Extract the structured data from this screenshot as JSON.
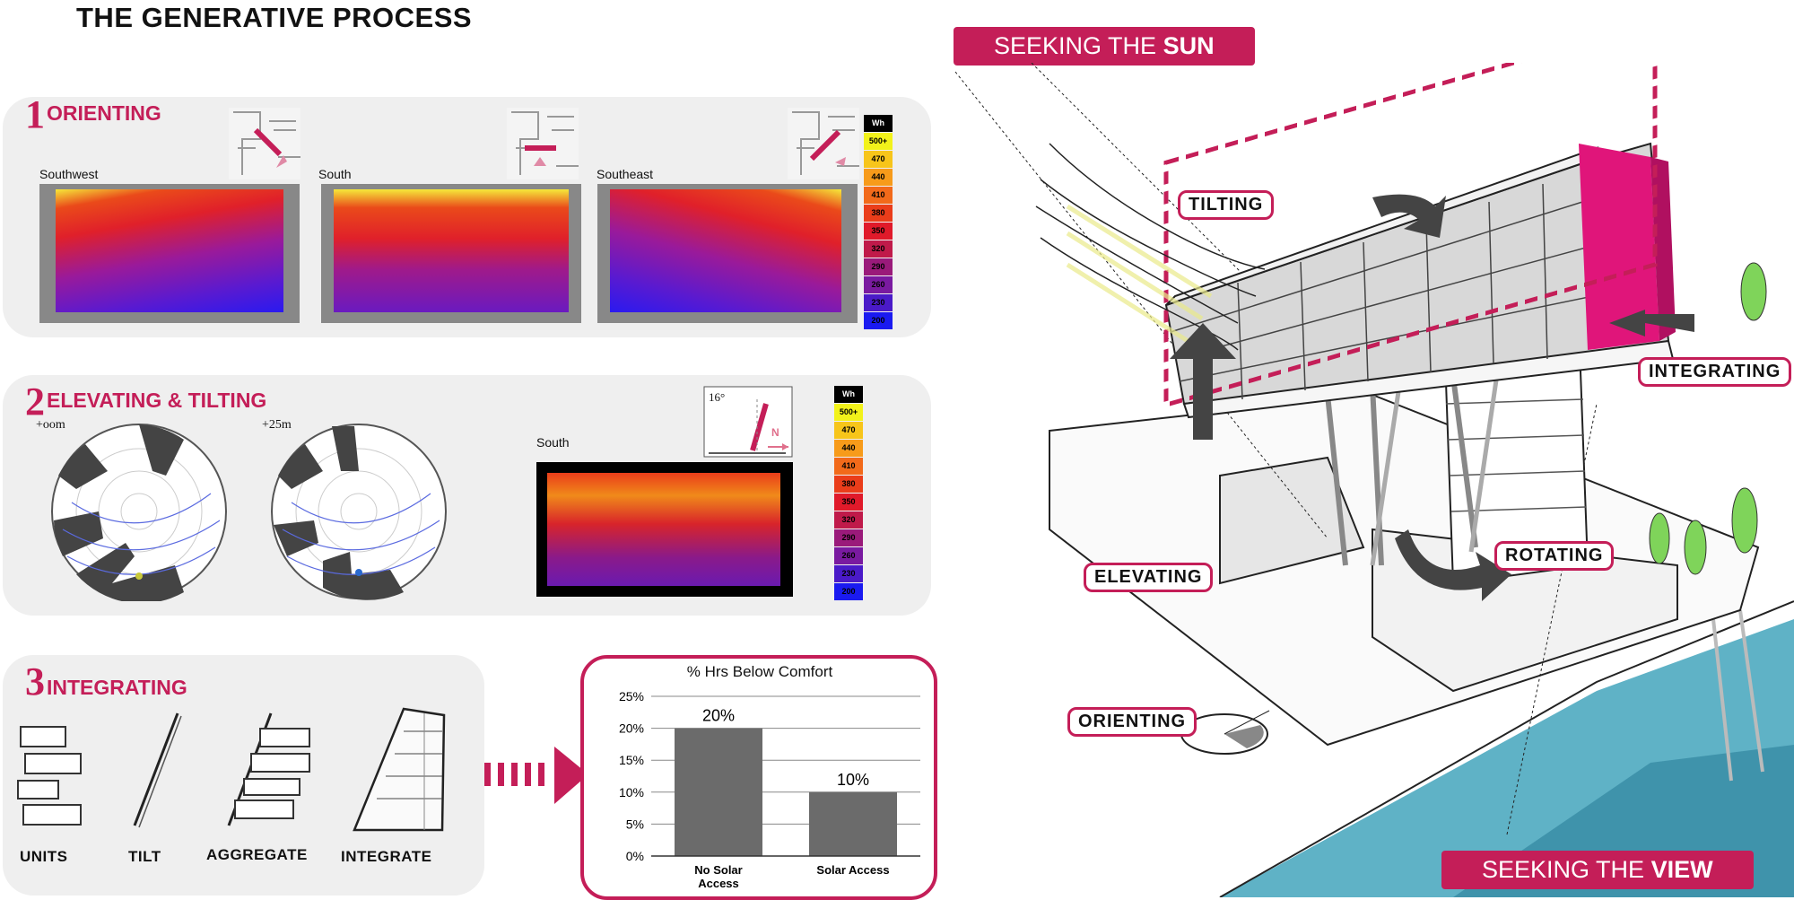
{
  "title": "THE GENERATIVE PROCESS",
  "banners": {
    "sun": {
      "prefix": "SEEKING THE ",
      "emph": "SUN"
    },
    "view": {
      "prefix": "SEEKING THE ",
      "emph": "VIEW"
    }
  },
  "step1": {
    "num": "1",
    "label": "ORIENTING",
    "panels": [
      {
        "label": "Southwest"
      },
      {
        "label": "South"
      },
      {
        "label": "Southeast"
      }
    ]
  },
  "step2": {
    "num": "2",
    "label": "ELEVATING & TILTING",
    "dome_labels": [
      "+oom",
      "+25m"
    ],
    "south_label": "South",
    "angle_label": "16°",
    "north_label": "N"
  },
  "step3": {
    "num": "3",
    "label": "INTEGRATING",
    "sketch_labels": [
      "UNITS",
      "TILT",
      "AGGREGATE",
      "INTEGRATE"
    ]
  },
  "legend": {
    "header": "Wh",
    "entries": [
      "500+",
      "470",
      "440",
      "410",
      "380",
      "350",
      "320",
      "290",
      "260",
      "230",
      "200"
    ],
    "colors": [
      "#f2f21a",
      "#f7c51a",
      "#f79b1a",
      "#f26a1a",
      "#ea3d1a",
      "#e01a2a",
      "#c01a4a",
      "#9a1a7a",
      "#7a1aa0",
      "#4a1ac8",
      "#1a1af0"
    ]
  },
  "tags": {
    "tilting": "TILTING",
    "integrating": "INTEGRATING",
    "elevating": "ELEVATING",
    "rotating": "ROTATING",
    "orienting": "ORIENTING"
  },
  "chart_data": {
    "type": "bar",
    "title": "% Hrs Below Comfort",
    "categories": [
      "No Solar Access",
      "Solar Access"
    ],
    "values": [
      20,
      10
    ],
    "data_labels": [
      "20%",
      "10%"
    ],
    "ylim": [
      0,
      25
    ],
    "yticks": [
      "0%",
      "5%",
      "10%",
      "15%",
      "20%",
      "25%"
    ],
    "grid": true,
    "bar_color": "#6b6b6b"
  },
  "colors": {
    "accent": "#c41e58",
    "water": "#5fb2c6",
    "facade": "#e0157a"
  }
}
